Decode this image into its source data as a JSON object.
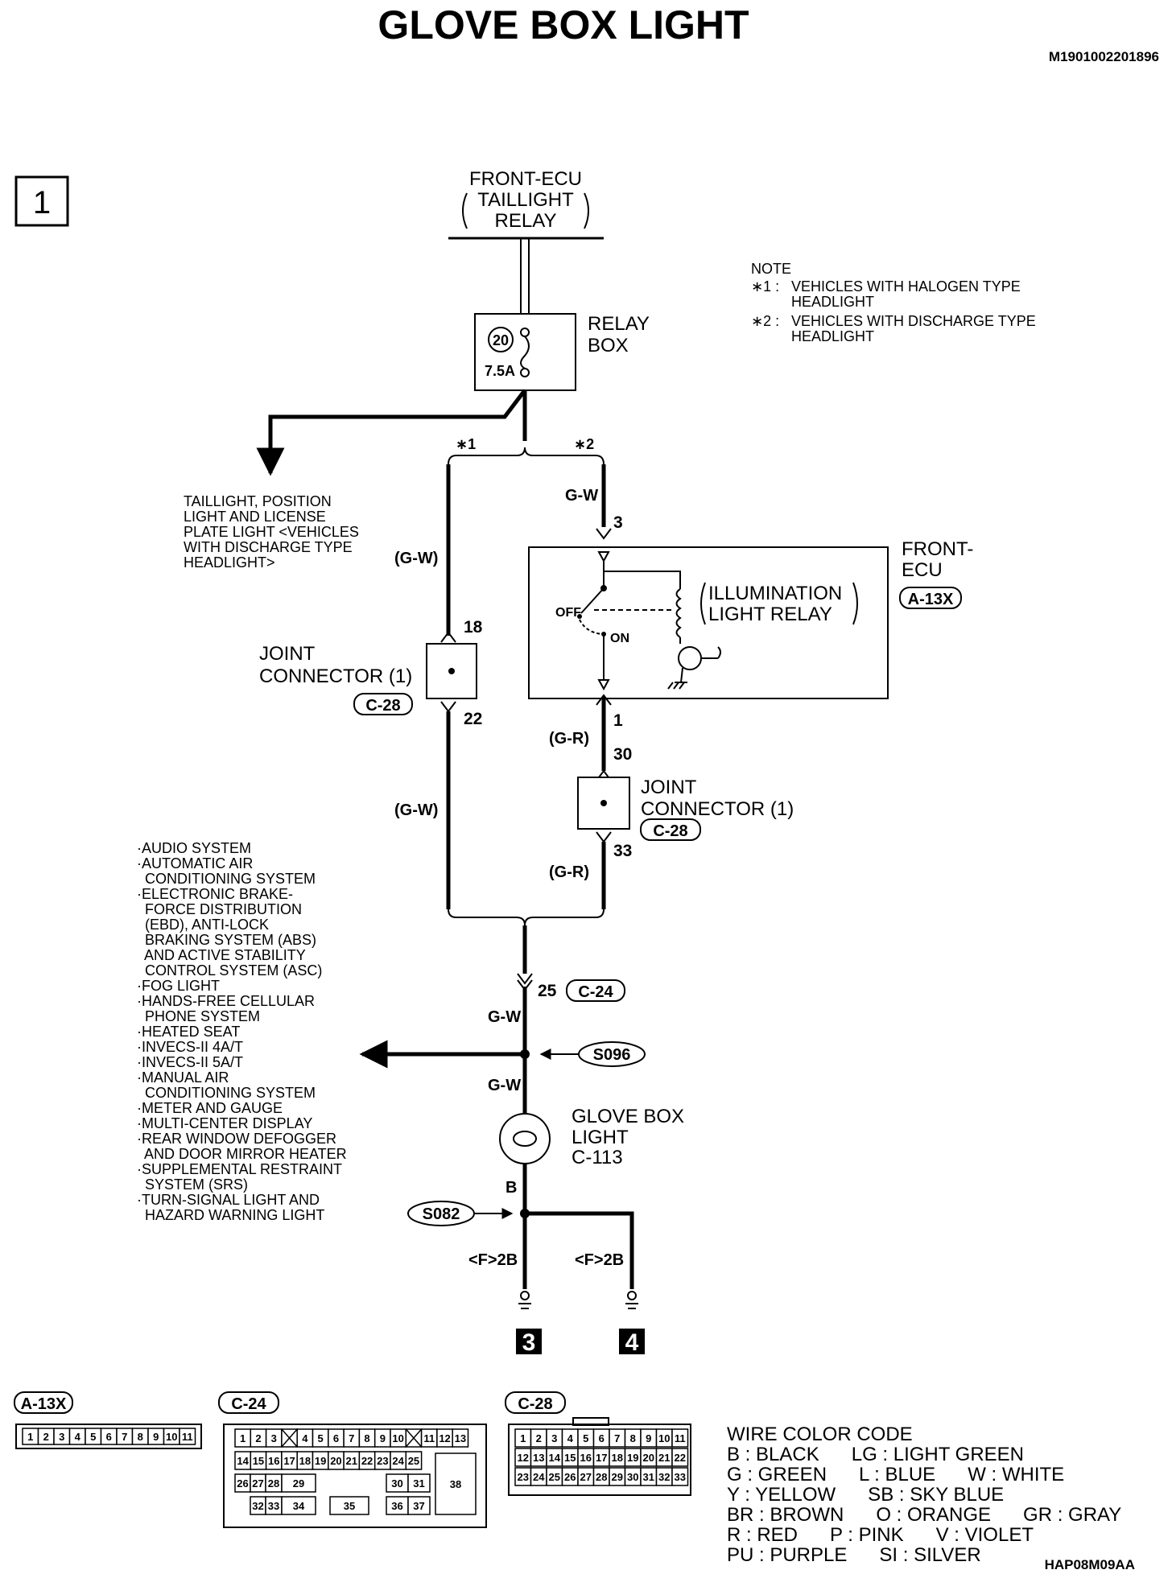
{
  "title": "GLOVE BOX LIGHT",
  "doc_code": "M1901002201896",
  "page_no": "1",
  "figure_code": "HAP08M09AA",
  "source": {
    "line1": "FRONT-ECU",
    "line2": "TAILLIGHT",
    "line3": "RELAY"
  },
  "relay_box": {
    "fuse_no": "20",
    "fuse_rating": "7.5A",
    "line1": "RELAY",
    "line2": "BOX"
  },
  "note": {
    "heading": "NOTE",
    "n1_mark": "∗1 :",
    "n1_line1": "VEHICLES WITH HALOGEN TYPE",
    "n1_line2": "HEADLIGHT",
    "n2_mark": "∗2 :",
    "n2_line1": "VEHICLES WITH DISCHARGE TYPE",
    "n2_line2": "HEADLIGHT"
  },
  "branch_marks": {
    "m1": "∗1",
    "m2": "∗2"
  },
  "taillight_note": [
    "TAILLIGHT, POSITION",
    "LIGHT AND LICENSE",
    "PLATE LIGHT <VEHICLES",
    "WITH DISCHARGE TYPE",
    "HEADLIGHT>"
  ],
  "wires": {
    "gw_left_1": "(G-W)",
    "gw_left_2": "(G-W)",
    "gw_right": "G-W",
    "gr_1": "(G-R)",
    "gr_2": "(G-R)",
    "gw_mid_1": "G-W",
    "gw_mid_2": "G-W",
    "b": "B",
    "f2b_left": "<F>2B",
    "f2b_right": "<F>2B"
  },
  "pins": {
    "p3": "3",
    "p18": "18",
    "p22": "22",
    "p1": "1",
    "p30": "30",
    "p33": "33",
    "p25": "25"
  },
  "joint_left": {
    "line1": "JOINT",
    "line2": "CONNECTOR (1)",
    "code": "C-28"
  },
  "joint_right": {
    "line1": "JOINT",
    "line2": "CONNECTOR (1)",
    "code": "C-28"
  },
  "front_ecu": {
    "line1": "FRONT-",
    "line2": "ECU",
    "code": "A-13X"
  },
  "relay": {
    "line1": "ILLUMINATION",
    "line2": "LIGHT RELAY",
    "off": "OFF",
    "on": "ON"
  },
  "c24_label": "C-24",
  "splices": {
    "s096": "S096",
    "s082": "S082"
  },
  "glove_light": {
    "line1": "GLOVE BOX",
    "line2": "LIGHT",
    "line3": "C-113"
  },
  "grounds": {
    "g3": "3",
    "g4": "4"
  },
  "system_list": [
    "·AUDIO SYSTEM",
    "·AUTOMATIC AIR",
    "  CONDITIONING SYSTEM",
    "·ELECTRONIC BRAKE-",
    "  FORCE DISTRIBUTION",
    "  (EBD), ANTI-LOCK",
    "  BRAKING SYSTEM (ABS)",
    "  AND ACTIVE STABILITY",
    "  CONTROL SYSTEM (ASC)",
    "·FOG LIGHT",
    "·HANDS-FREE CELLULAR",
    "  PHONE SYSTEM",
    "·HEATED SEAT",
    "·INVECS-II 4A/T",
    "·INVECS-II 5A/T",
    "·MANUAL AIR",
    "  CONDITIONING SYSTEM",
    "·METER AND GAUGE",
    "·MULTI-CENTER DISPLAY",
    "·REAR WINDOW DEFOGGER",
    "  AND DOOR MIRROR HEATER",
    "·SUPPLEMENTAL RESTRAINT",
    "  SYSTEM (SRS)",
    "·TURN-SIGNAL LIGHT AND",
    "  HAZARD WARNING LIGHT"
  ],
  "connectors": {
    "a13x": {
      "label": "A-13X",
      "pins": [
        "1",
        "2",
        "3",
        "4",
        "5",
        "6",
        "7",
        "8",
        "9",
        "10",
        "11"
      ]
    },
    "c24": {
      "label": "C-24",
      "row1": [
        "1",
        "2",
        "3",
        "",
        "4",
        "5",
        "6",
        "7",
        "8",
        "9",
        "10",
        "",
        "11",
        "12",
        "13"
      ],
      "row2": [
        "14",
        "15",
        "16",
        "17",
        "18",
        "19",
        "20",
        "21",
        "22",
        "23",
        "24",
        "25"
      ],
      "row3a": [
        "26",
        "27",
        "28",
        "29"
      ],
      "row3b": [
        "30",
        "31"
      ],
      "big": "38",
      "row4a": [
        "32",
        "33",
        "34"
      ],
      "row4b": [
        "35"
      ],
      "row4c": [
        "36",
        "37"
      ]
    },
    "c28": {
      "label": "C-28",
      "row1": [
        "1",
        "2",
        "3",
        "4",
        "5",
        "6",
        "7",
        "8",
        "9",
        "10",
        "11"
      ],
      "row2": [
        "12",
        "13",
        "14",
        "15",
        "16",
        "17",
        "18",
        "19",
        "20",
        "21",
        "22"
      ],
      "row3": [
        "23",
        "24",
        "25",
        "26",
        "27",
        "28",
        "29",
        "30",
        "31",
        "32",
        "33"
      ]
    }
  },
  "color_code": {
    "heading": "WIRE COLOR CODE",
    "rows": [
      "B : BLACK      LG : LIGHT GREEN",
      "G : GREEN      L : BLUE      W : WHITE",
      "Y : YELLOW      SB : SKY BLUE",
      "BR : BROWN      O : ORANGE      GR : GRAY",
      "R : RED      P : PINK      V : VIOLET",
      "PU : PURPLE      SI : SILVER"
    ]
  }
}
